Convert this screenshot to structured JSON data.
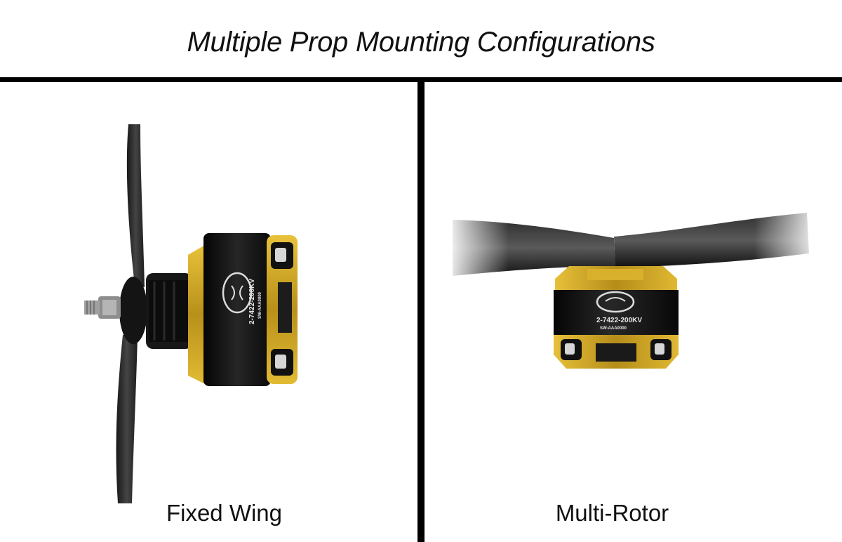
{
  "title": "Multiple Prop Mounting Configurations",
  "panels": [
    {
      "caption": "Fixed Wing",
      "motor_model": "2-7422-200KV",
      "motor_serial": "SW-AAA0000",
      "orientation": "side"
    },
    {
      "caption": "Multi-Rotor",
      "motor_model": "2-7422-200KV",
      "motor_serial": "SW-AAA0000",
      "orientation": "upright"
    }
  ],
  "colors": {
    "background": "#ffffff",
    "divider": "#000000",
    "motor_body": "#161616",
    "motor_gold": "#c9a21e",
    "propeller": "#1a1a1a"
  }
}
